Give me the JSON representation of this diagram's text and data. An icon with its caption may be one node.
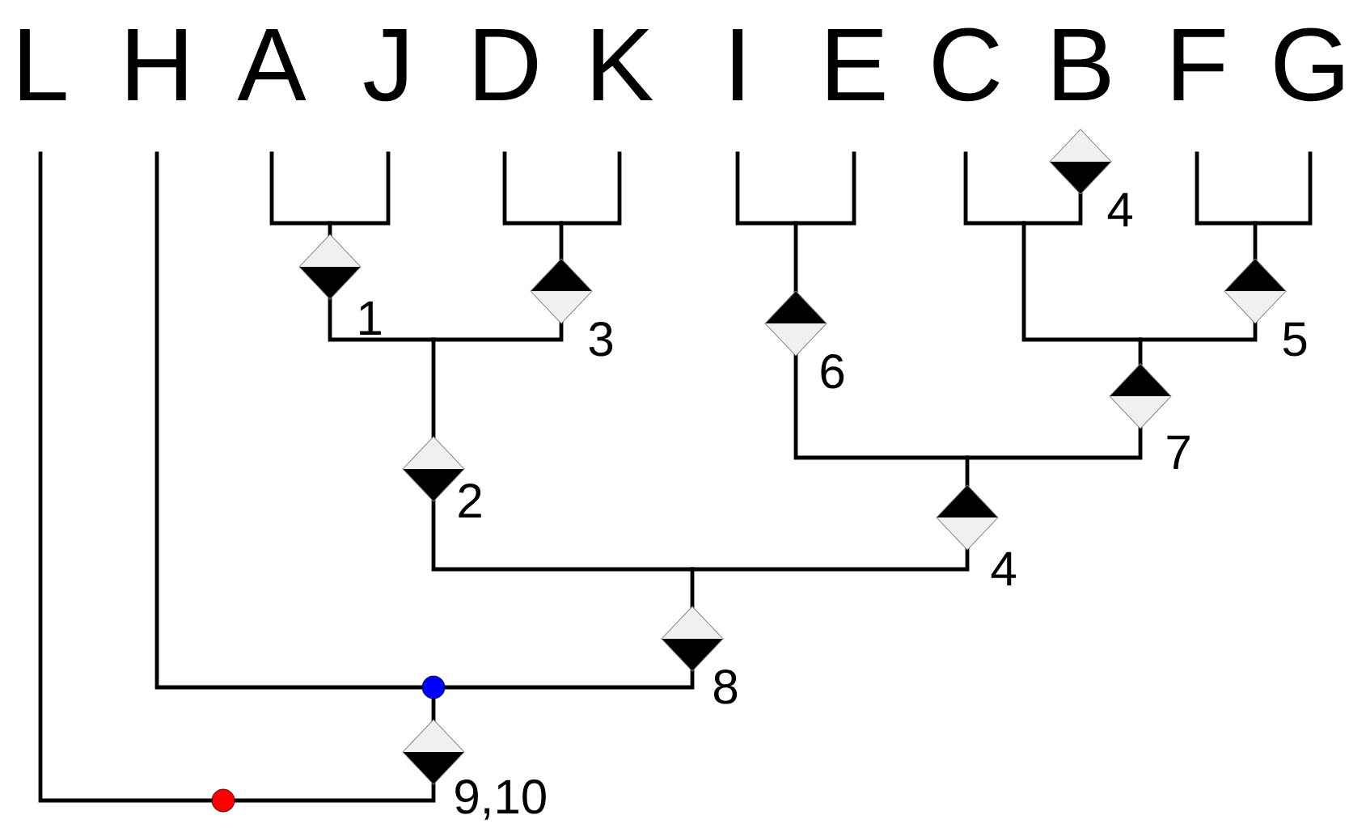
{
  "diagram": {
    "labels": [
      "L",
      "H",
      "A",
      "J",
      "D",
      "K",
      "I",
      "E",
      "C",
      "B",
      "F",
      "G",
      "4",
      "1",
      "3",
      "5",
      "6",
      "7",
      "2",
      "4",
      "8",
      "9,10"
    ]
  }
}
